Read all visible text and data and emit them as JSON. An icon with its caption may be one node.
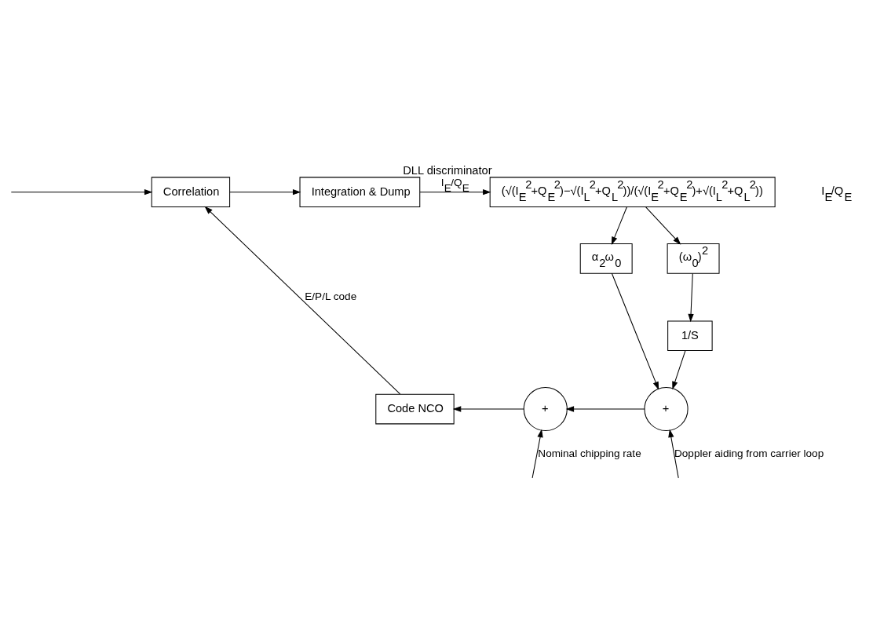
{
  "diagram": {
    "nodes": [
      {
        "text": [
          "Correlation"
        ]
      },
      {
        "text": [
          "Integration & Dump"
        ]
      },
      {
        "text": [
          "(√(I$_{E}$$^{2}$+Q$_{E}$$^{2}$)−√(I$_{L}$$^{2}$+Q$_{L}$$^{2}$))/(√(I$_{E}$$^{2}$+Q$_{E}$$^{2}$)+√(I$_{L}$$^{2}$+Q$_{L}$$^{2}$))"
        ],
        "beside": [
          "DLL discriminator"
        ]
      },
      {
        "text": [
          "α$_{2}$ω$_{0}$"
        ]
      },
      {
        "text": [
          "(ω$_{0}$)$^{2}$"
        ]
      },
      {
        "text": [
          "1/S"
        ]
      },
      {
        "text": [
          "+"
        ]
      },
      {
        "text": [
          "+"
        ]
      },
      {
        "text": [
          "Code NCO"
        ]
      }
    ],
    "edges": [
      {
        "from": null,
        "to": 0,
        "arrow": "to"
      },
      {
        "from": 0,
        "to": 1,
        "arrow": "to"
      },
      {
        "from": 1,
        "to": 2,
        "arrow": "to",
        "label": "I$_{E}$/Q$_{E}$"
      },
      {
        "from": 2,
        "to": 3,
        "arrow": "to"
      },
      {
        "from": 2,
        "to": 4,
        "arrow": "to"
      },
      {
        "from": 3,
        "to": 6,
        "arrow": "to"
      },
      {
        "from": 4,
        "to": 5,
        "arrow": "to"
      },
      {
        "from": 5,
        "to": 6,
        "arrow": "to"
      },
      {
        "from": 6,
        "to": 7,
        "arrow": "to"
      },
      {
        "from": 7,
        "to": 8,
        "arrow": "to"
      },
      {
        "from": 8,
        "to": 0,
        "arrow": "to",
        "label": "E/P/L code"
      },
      {
        "from": null,
        "to": 7,
        "arrow": "to",
        "label": "Nominal chipping rate"
      },
      {
        "from": null,
        "to": 6,
        "arrow": "to",
        "label": "Doppler aiding from carrier loop"
      }
    ],
    "labels": [
      "I$_{E}$/Q$_{E}$"
    ]
  }
}
